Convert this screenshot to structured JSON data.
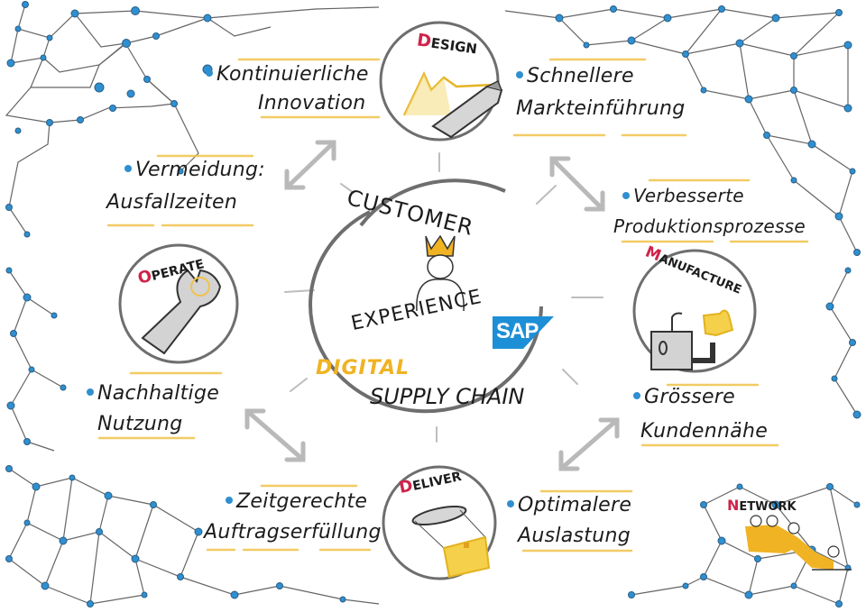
{
  "center": {
    "title_top": "CUSTOMER",
    "title_bottom": "EXPERIENCE",
    "brand": "SAP",
    "subtitle_line1": "DIGITAL",
    "subtitle_line2": "SUPPLY CHAIN"
  },
  "stages": [
    {
      "id": "design",
      "label": "DESIGN",
      "initial": "D"
    },
    {
      "id": "manufacture",
      "label": "MANUFACTURE",
      "initial": "M"
    },
    {
      "id": "deliver",
      "label": "DELIVER",
      "initial": "D"
    },
    {
      "id": "operate",
      "label": "OPERATE",
      "initial": "O"
    },
    {
      "id": "network",
      "label": "NETWORK",
      "initial": "N"
    }
  ],
  "benefits": {
    "innovation": {
      "line1": "Kontinuierliche",
      "line2": "Innovation"
    },
    "time_to_market": {
      "line1": "Schnellere",
      "line2": "Markteinführung"
    },
    "production": {
      "line1": "Verbesserte",
      "line2": "Produktionsprozesse"
    },
    "downtime": {
      "line1": "Vermeidung:",
      "line2": "Ausfallzeiten"
    },
    "sustainable": {
      "line1": "Nachhaltige",
      "line2": "Nutzung"
    },
    "customer_proximity": {
      "line1": "Grössere",
      "line2": "Kundennähe"
    },
    "fulfillment": {
      "line1": "Zeitgerechte",
      "line2": "Auftragserfüllung"
    },
    "utilization": {
      "line1": "Optimalere",
      "line2": "Auslastung"
    }
  },
  "colors": {
    "accent_red": "#d0234a",
    "accent_yellow": "#f0b323",
    "node_blue": "#2f8fd0",
    "circle_gray": "#6e6e6e",
    "sap_blue": "#1d8fd6",
    "text_dark": "#1c1c1c"
  }
}
